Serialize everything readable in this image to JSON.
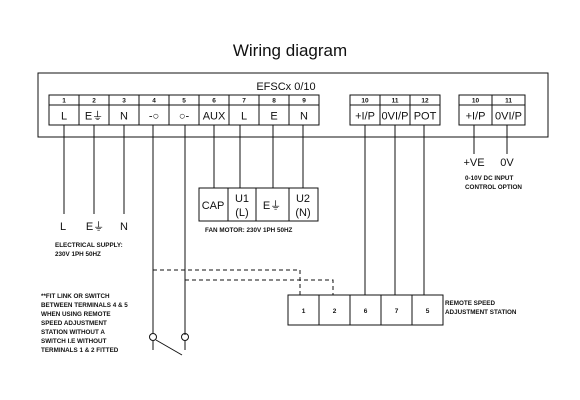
{
  "title": "Wiring diagram",
  "controller": {
    "model": "EFSCx 0/10",
    "main_terminals": [
      {
        "num": "1",
        "label": "L"
      },
      {
        "num": "2",
        "label": "E⏚"
      },
      {
        "num": "3",
        "label": "N"
      },
      {
        "num": "4",
        "label": "-○"
      },
      {
        "num": "5",
        "label": "○-"
      },
      {
        "num": "6",
        "label": "AUX"
      },
      {
        "num": "7",
        "label": "L"
      },
      {
        "num": "8",
        "label": "E"
      },
      {
        "num": "9",
        "label": "N"
      }
    ],
    "pot_terminals": [
      {
        "num": "10",
        "label": "+I/P"
      },
      {
        "num": "11",
        "label": "0VI/P"
      },
      {
        "num": "12",
        "label": "POT"
      }
    ],
    "dc_terminals": [
      {
        "num": "10",
        "label": "+I/P"
      },
      {
        "num": "11",
        "label": "0VI/P"
      }
    ]
  },
  "supply": {
    "wires": [
      "L",
      "E⏚",
      "N"
    ],
    "caption_line1": "ELECTRICAL SUPPLY:",
    "caption_line2": "230V 1PH 50HZ"
  },
  "fan_motor": {
    "terminals": [
      "CAP",
      "U1\n(L)",
      "E⏚",
      "U2\n(N)"
    ],
    "cap": "CAP",
    "u1": "U1",
    "u1_sub": "(L)",
    "earth": "E⏚",
    "u2": "U2",
    "u2_sub": "(N)",
    "caption": "FAN MOTOR: 230V 1PH 50HZ"
  },
  "dc_input": {
    "plus_label": "+VE",
    "zero_label": "0V",
    "caption_line1": "0-10V DC INPUT",
    "caption_line2": "CONTROL OPTION"
  },
  "remote_station": {
    "terminals": [
      "1",
      "2",
      "6",
      "7",
      "5"
    ],
    "caption_line1": "REMOTE SPEED",
    "caption_line2": "ADJUSTMENT STATION"
  },
  "fit_link_note": [
    "**FIT LINK OR SWITCH",
    "BETWEEN TERMINALS 4 & 5",
    "WHEN USING REMOTE",
    "SPEED ADJUSTMENT",
    "STATION WITHOUT A",
    "SWITCH  I.E WITHOUT",
    "TERMINALS 1 & 2 FITTED"
  ]
}
